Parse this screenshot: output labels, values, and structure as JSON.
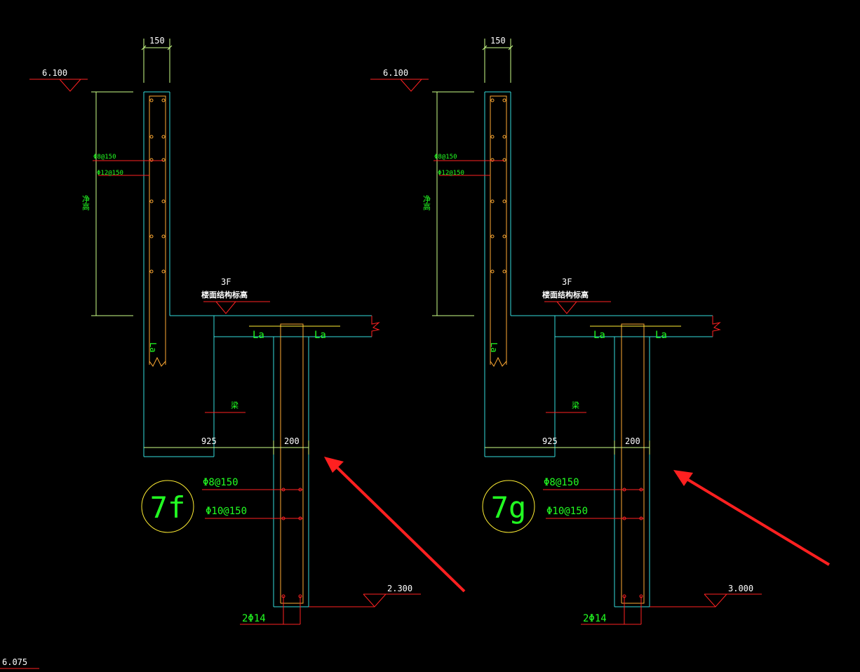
{
  "colors": {
    "background": "#000000",
    "concrete": "#33dddd",
    "rebar": "#ffaa33",
    "leader": "#ff2222",
    "dimension": "#ccff88",
    "text_green": "#22ff22",
    "text_white": "#ffffff",
    "tag_circle": "#ffee33",
    "arrow": "#ff2020"
  },
  "details": [
    {
      "id": "7f",
      "tag": "7f",
      "top_level": "6.100",
      "wall_width": "150",
      "stirrup_label": "Φ8@150",
      "vertical_bar_label": "Φ12@150",
      "wall_height_label": "净高",
      "floor_label": "3F",
      "floor_level_label": "楼面结构标高",
      "anchor_left": "La",
      "anchor_mid": "La",
      "anchor_right": "La",
      "beam_label": "梁",
      "slab_width": "925",
      "beam_width": "200",
      "beam_stirrup": "Φ8@150",
      "beam_side_bar": "Φ10@150",
      "bottom_bars": "2Φ14",
      "bottom_level": "2.300"
    },
    {
      "id": "7g",
      "tag": "7g",
      "top_level": "6.100",
      "wall_width": "150",
      "stirrup_label": "Φ8@150",
      "vertical_bar_label": "Φ12@150",
      "wall_height_label": "净高",
      "floor_label": "3F",
      "floor_level_label": "楼面结构标高",
      "anchor_left": "La",
      "anchor_mid": "La",
      "anchor_right": "La",
      "beam_label": "梁",
      "slab_width": "925",
      "beam_width": "200",
      "beam_stirrup": "Φ8@150",
      "beam_side_bar": "Φ10@150",
      "bottom_bars": "2Φ14",
      "bottom_level": "3.000"
    }
  ],
  "corner_level": "6.075"
}
